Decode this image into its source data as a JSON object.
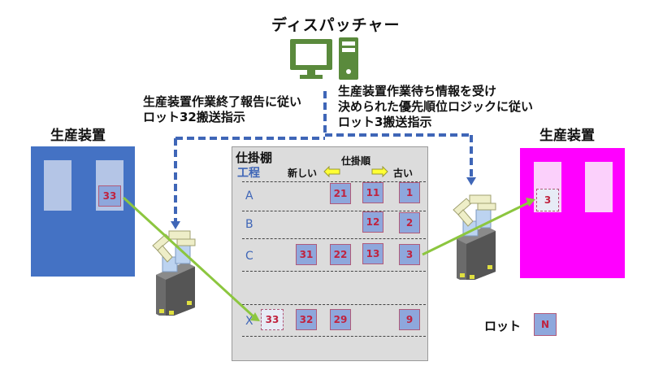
{
  "dispatcher": {
    "title": "ディスパッチャー",
    "icon": "computer-icon",
    "color": "#5a8a3c"
  },
  "instructions": {
    "left": [
      "生産装置作業終了報告に従い",
      "ロット32搬送指示"
    ],
    "right": [
      "生産装置作業待ち情報を受け",
      "決められた優先順位ロジックに従い",
      "ロット3搬送指示"
    ]
  },
  "equipment_left": {
    "title": "生産装置",
    "color": "#4472c4",
    "lot": "33"
  },
  "equipment_right": {
    "title": "生産装置",
    "color": "#ff00ff",
    "lot": "3"
  },
  "shelf": {
    "title": "仕掛棚",
    "process_header": "工程",
    "order_label": "仕掛順",
    "newer_label": "新しい",
    "older_label": "古い",
    "rows": [
      {
        "process": "A",
        "lots": [
          "21",
          "11",
          "1"
        ]
      },
      {
        "process": "B",
        "lots": [
          "12",
          "2"
        ]
      },
      {
        "process": "C",
        "lots": [
          "31",
          "22",
          "13",
          "3"
        ]
      },
      {
        "process": "X",
        "lots": [
          "33",
          "32",
          "29",
          "9"
        ]
      }
    ]
  },
  "legend": {
    "label": "ロット",
    "sample": "N"
  },
  "colors": {
    "arrow_dashed": "#3f66b7",
    "arrow_green": "#8cc63f",
    "lot_fill": "#8ea7dc",
    "lot_text": "#c0233f"
  }
}
